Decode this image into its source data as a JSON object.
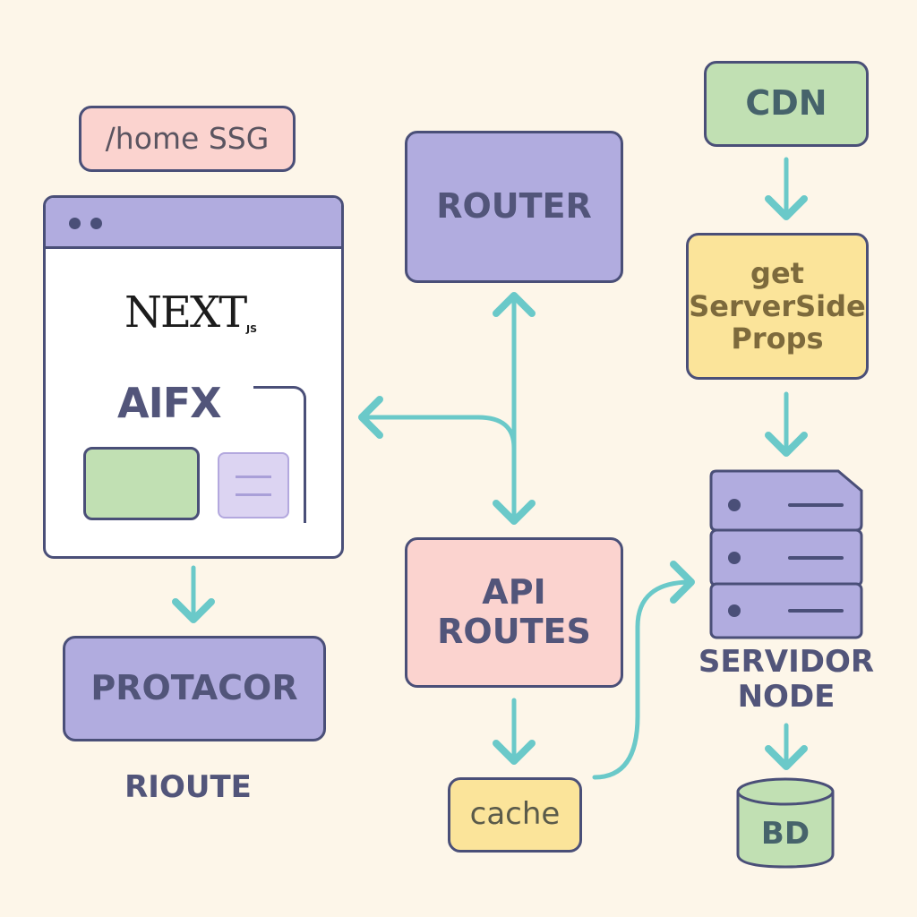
{
  "diagram": {
    "home_tag": "/home SSG",
    "browser": {
      "logo_main": "NEXT",
      "logo_sub": "JS",
      "heading": "AIFX"
    },
    "protacor": "PROTACOR",
    "rioute": "RIOUTE",
    "router": "ROUTER",
    "api_routes": [
      "API",
      "ROUTES"
    ],
    "cache": "cache",
    "cdn": "CDN",
    "gssp": [
      "get",
      "ServerSide",
      "Props"
    ],
    "server_label": [
      "SERVIDOR",
      "NODE"
    ],
    "db": "BD",
    "colors": {
      "outline": "#4a4f78",
      "text": "#52557a",
      "arrow": "#6ac9c9",
      "lavender": "#b1acdf",
      "pink": "#fbd3cf",
      "green": "#c1e0b3",
      "yellow": "#fbe49a",
      "background": "#fdf6e9"
    }
  }
}
